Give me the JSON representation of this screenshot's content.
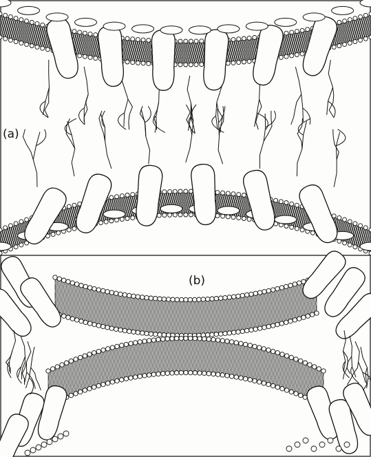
{
  "figure": {
    "panels": [
      {
        "label": "(a)"
      },
      {
        "label": "(b)"
      }
    ],
    "colors": {
      "ink": "#111111",
      "paper": "#fdfdfb",
      "tail_hatch": "#2a2a2a"
    },
    "icons": [
      "lipid-bilayer",
      "membrane-protein",
      "carbohydrate-chain"
    ]
  }
}
